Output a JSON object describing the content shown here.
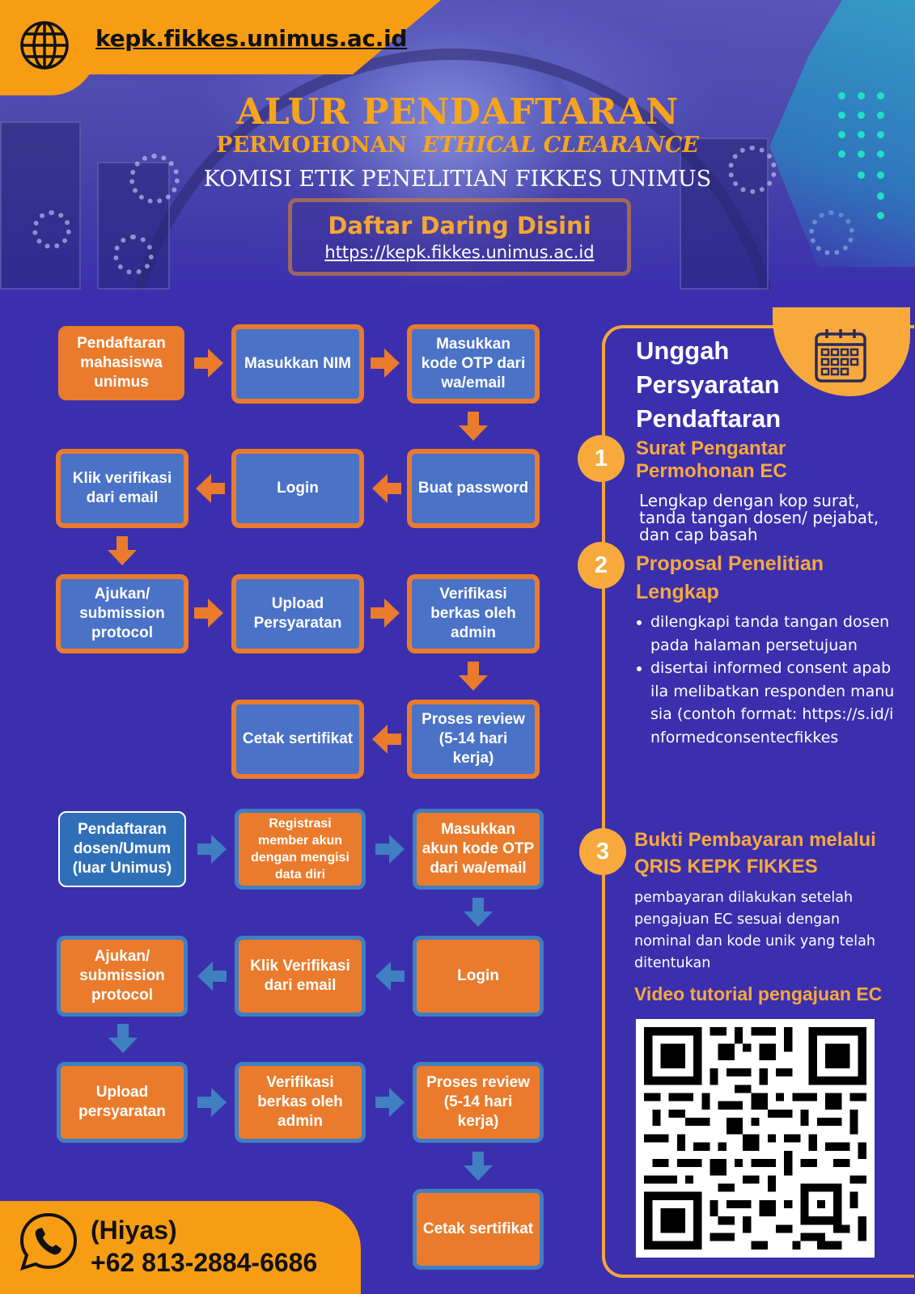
{
  "header": {
    "top_url": "kepk.fikkes.unimus.ac.id",
    "title": "ALUR PENDAFTARAN",
    "subtitle_prefix": "PERMOHONAN",
    "subtitle_italic": "ETHICAL CLEARANCE",
    "subtitle2": "KOMISI ETIK PENELITIAN FIKKES UNIMUS",
    "daring_title": "Daftar Daring Disini",
    "daring_url": "https://kepk.fikkes.unimus.ac.id"
  },
  "flow_mahasiswa": {
    "step1": "Pendaftaran mahasiswa unimus",
    "step2": "Masukkan NIM",
    "step3": "Masukkan kode OTP dari wa/email",
    "step4": "Buat password",
    "step5": "Login",
    "step6": "Klik verifikasi dari email",
    "step7": "Ajukan/ submission protocol",
    "step8": "Upload Persyaratan",
    "step9": "Verifikasi berkas oleh admin",
    "step10": "Proses review (5-14 hari kerja)",
    "step11": "Cetak sertifikat"
  },
  "flow_umum": {
    "step1": "Pendaftaran dosen/Umum (luar Unimus)",
    "step2": "Registrasi member akun dengan mengisi data diri",
    "step3": "Masukkan akun kode OTP dari wa/email",
    "step4": "Login",
    "step5": "Klik Verifikasi dari email",
    "step6": "Ajukan/ submission protocol",
    "step7": "Upload persyaratan",
    "step8": "Verifikasi berkas oleh admin",
    "step9": "Proses review (5-14 hari kerja)",
    "step10": "Cetak sertifikat"
  },
  "requirements": {
    "title": "Unggah Persyaratan Pendaftaran",
    "items": [
      {
        "num": "1",
        "title": "Surat Pengantar Permohonan EC",
        "desc": "Lengkap dengan kop surat, tanda tangan dosen/ pejabat, dan cap basah"
      },
      {
        "num": "2",
        "title": "Proposal Penelitian Lengkap",
        "bullets": [
          "dilengkapi tanda tangan dosen pada halaman persetujuan",
          "disertai informed consent apabila melibatkan responden manusia (contoh format: https://s.id/informedconsentecfikkes"
        ]
      },
      {
        "num": "3",
        "title": "Bukti Pembayaran melalui QRIS KEPK FIKKES",
        "desc": "pembayaran dilakukan setelah pengajuan EC sesuai dengan nominal  dan kode unik yang telah ditentukan"
      }
    ],
    "video_title": "Video tutorial pengajuan EC"
  },
  "contact": {
    "name": "(Hiyas)",
    "phone": "+62 813-2884-6686"
  },
  "colors": {
    "background": "#3b2fae",
    "accent_orange": "#f79d14",
    "box_orange": "#ea7b2c",
    "box_blue": "#4a72c6",
    "text_gold": "#f7a93c"
  }
}
